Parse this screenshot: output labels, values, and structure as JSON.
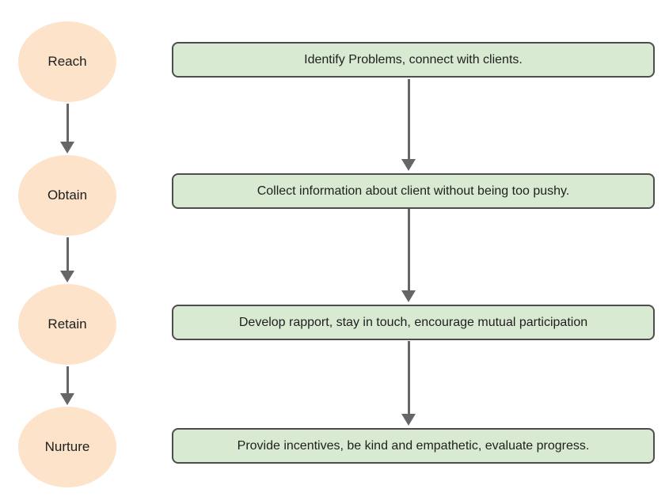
{
  "diagram": {
    "type": "flowchart",
    "direction": "top-to-bottom",
    "steps": [
      {
        "stage": "Reach",
        "description": "Identify Problems, connect with clients."
      },
      {
        "stage": "Obtain",
        "description": "Collect information about client without being too pushy."
      },
      {
        "stage": "Retain",
        "description": "Develop rapport, stay in touch, encourage mutual participation"
      },
      {
        "stage": "Nurture",
        "description": "Provide incentives, be kind and empathetic, evaluate progress."
      }
    ],
    "colors": {
      "stage_circle_fill": "#fce3c9",
      "description_box_fill": "#d9ead3",
      "description_box_border": "#4d4d4d",
      "arrow": "#666666",
      "text": "#1f1f1f",
      "background": "#ffffff"
    }
  }
}
